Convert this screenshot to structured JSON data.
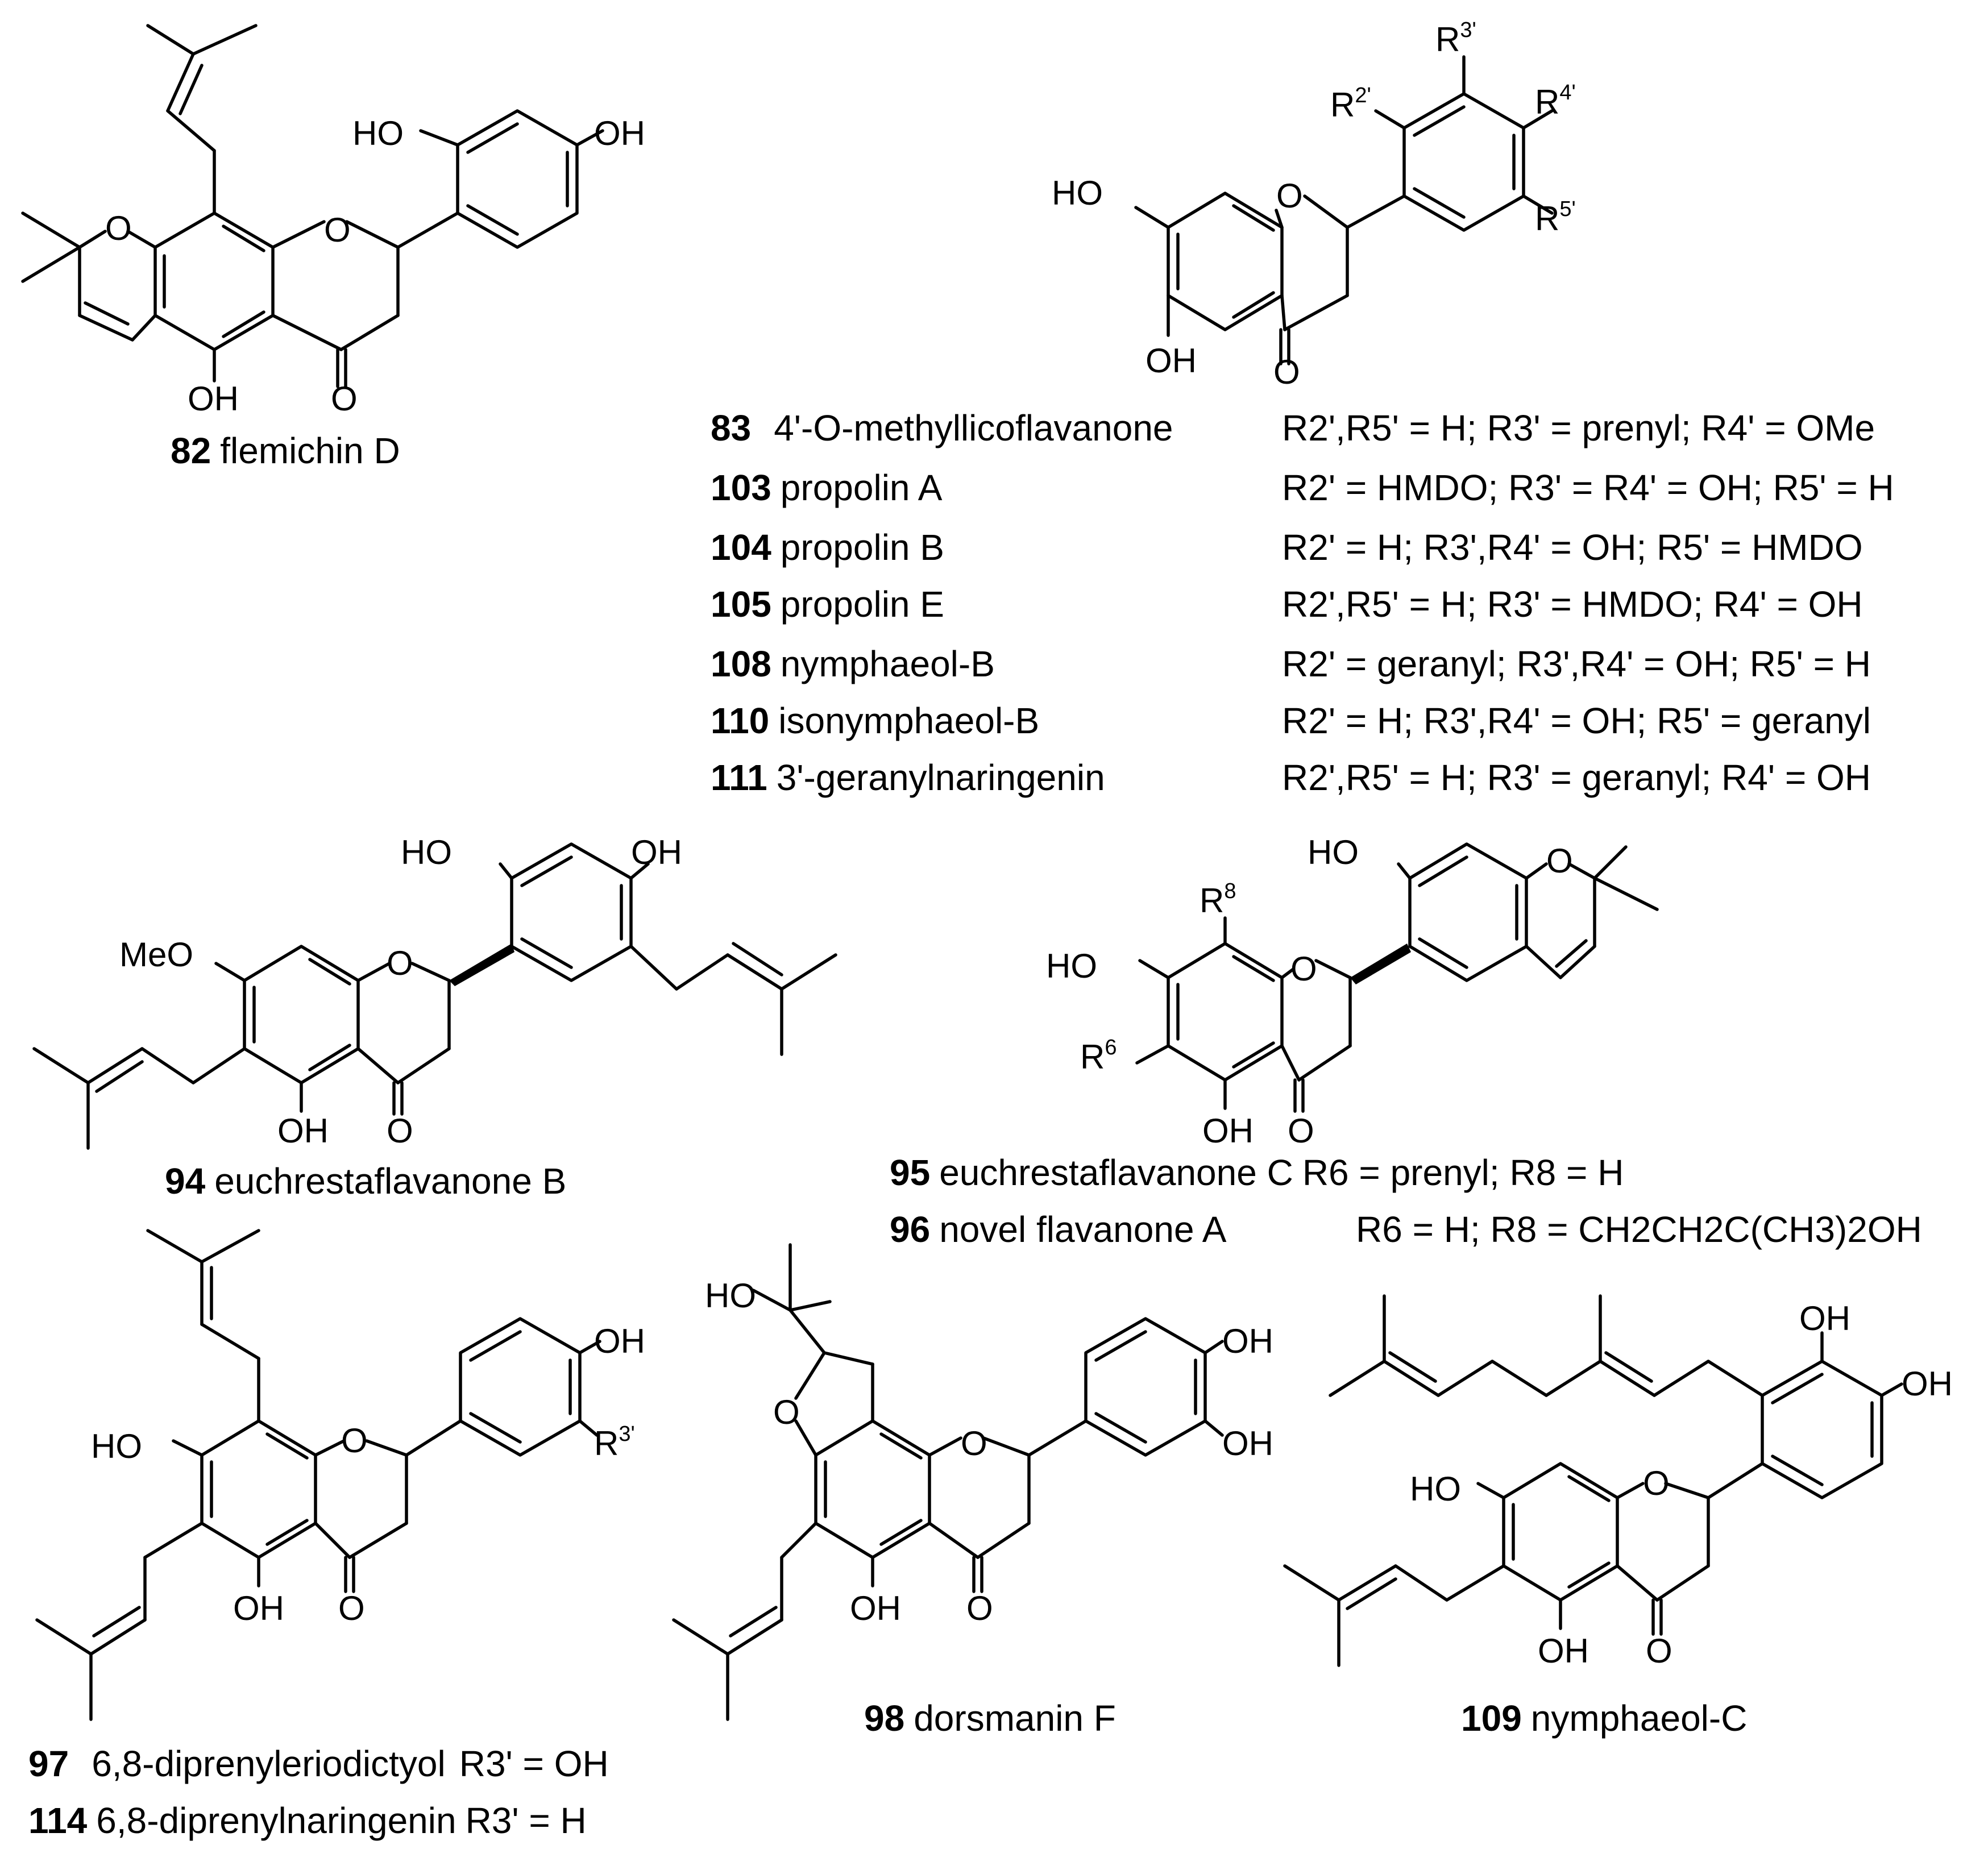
{
  "compounds": {
    "c82": {
      "num": "82",
      "name": "flemichin D"
    },
    "c94": {
      "num": "94",
      "name": "euchrestaflavanone B"
    },
    "c98": {
      "num": "98",
      "name": "dorsmanin F"
    },
    "c109": {
      "num": "109",
      "name": "nymphaeol-C"
    }
  },
  "series_83": {
    "rows": [
      {
        "num": "83",
        "name": "4'-O-methyllicoflavanone",
        "subst": "R2',R5' = H; R3' = prenyl; R4' = OMe"
      },
      {
        "num": "103",
        "name": "propolin A",
        "subst": "R2' = HMDO;  R3' = R4' = OH; R5' = H"
      },
      {
        "num": "104",
        "name": "propolin B",
        "subst": "R2' = H;  R3',R4' = OH; R5' = HMDO"
      },
      {
        "num": "105",
        "name": "propolin E",
        "subst": "R2',R5' = H; R3' = HMDO; R4' = OH"
      },
      {
        "num": "108",
        "name": "nymphaeol-B",
        "subst": "R2' = geranyl;  R3',R4' = OH; R5' = H"
      },
      {
        "num": "110",
        "name": "isonymphaeol-B",
        "subst": "R2' = H;  R3',R4' = OH; R5' = geranyl"
      },
      {
        "num": "111",
        "name": "3'-geranylnaringenin",
        "subst": "R2',R5' = H; R3' = geranyl; R4' = OH"
      }
    ]
  },
  "series_95": {
    "rows": [
      {
        "num": "95",
        "name": "euchrestaflavanone C",
        "subst": "R6 = prenyl; R8 = H"
      },
      {
        "num": "96",
        "name": "novel flavanone A",
        "subst": "R6 = H; R8 = CH2CH2C(CH3)2OH"
      }
    ]
  },
  "series_97": {
    "rows": [
      {
        "num": "97",
        "name": "6,8-diprenyleriodictyol",
        "subst": "R3' = OH"
      },
      {
        "num": "114",
        "name": "6,8-diprenylnaringenin",
        "subst": "R3' = H"
      }
    ]
  },
  "atoms": {
    "HO": "HO",
    "OH": "OH",
    "O": "O",
    "MeO": "MeO",
    "R": "R",
    "r2p": "2'",
    "r3p": "3'",
    "r4p": "4'",
    "r5p": "5'",
    "r6": "6",
    "r8": "8"
  }
}
